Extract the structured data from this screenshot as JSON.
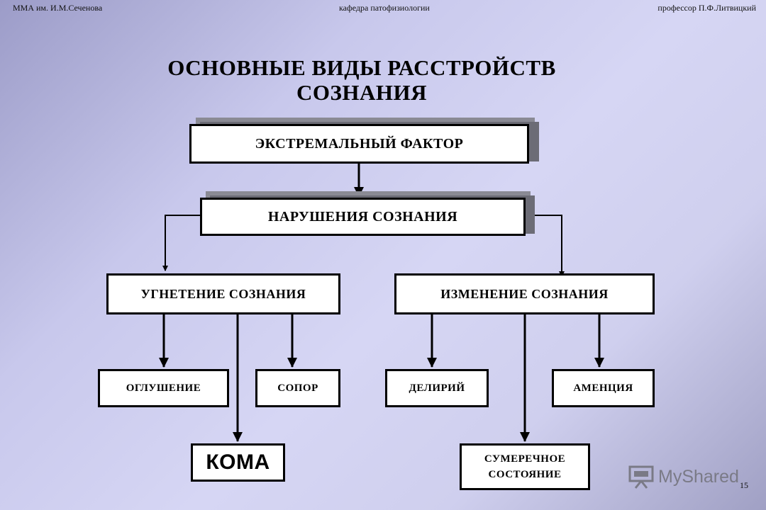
{
  "header": {
    "left": "ММА им. И.М.Сеченова",
    "center": "кафедра патофизиологии",
    "right": "профессор П.Ф.Литвицкий"
  },
  "title": {
    "line1": "ОСНОВНЫЕ ВИДЫ РАССТРОЙСТВ",
    "line2": "СОЗНАНИЯ"
  },
  "nodes": {
    "extreme_factor": "ЭКСТРЕМАЛЬНЫЙ  ФАКТОР",
    "consciousness_disorders": "НАРУШЕНИЯ  СОЗНАНИЯ",
    "depression": "УГНЕТЕНИЕ  СОЗНАНИЯ",
    "alteration": "ИЗМЕНЕНИЕ  СОЗНАНИЯ",
    "stunning": "ОГЛУШЕНИЕ",
    "sopor": "СОПОР",
    "delirium": "ДЕЛИРИЙ",
    "amentia": "АМЕНЦИЯ",
    "coma": "КОМА",
    "twilight_line1": "СУМЕРЕЧНОЕ",
    "twilight_line2": "СОСТОЯНИЕ"
  },
  "watermark": {
    "text": "MyShared",
    "icon": "presentation-board-icon"
  },
  "page_number": "15"
}
